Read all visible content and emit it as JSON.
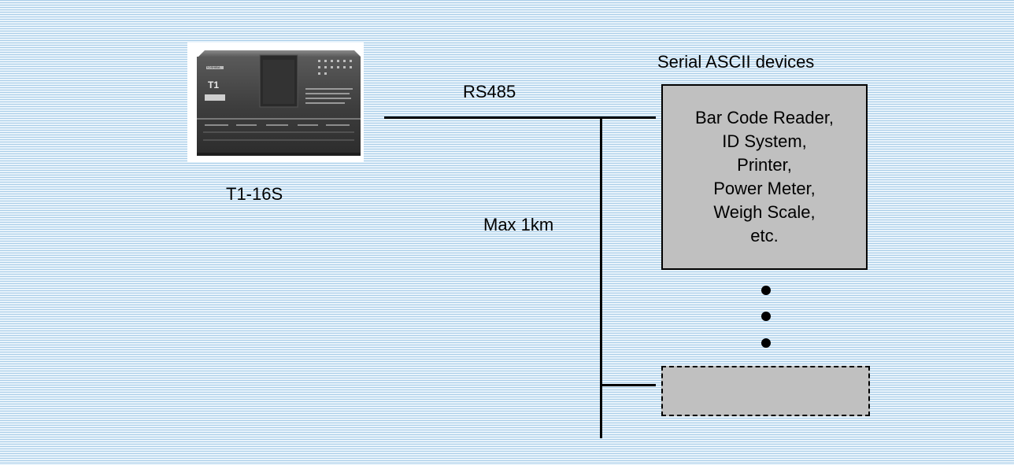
{
  "plc": {
    "image_name": "t1-16s-plc-photo",
    "brand_text": "TOSHIBA",
    "model_badge": "T1",
    "label": "T1-16S"
  },
  "link": {
    "protocol_label": "RS485",
    "distance_label": "Max 1km"
  },
  "devices": {
    "group_title": "Serial ASCII devices",
    "items": [
      "Bar Code Reader,",
      "ID System,",
      "Printer,",
      "Power Meter,",
      "Weigh Scale,",
      "etc."
    ],
    "ellipsis_dot_count": 3
  },
  "colors": {
    "background": "#e8f3fb",
    "stripe": "#87b9de",
    "device_box_fill": "#c0c0c0",
    "line": "#000000"
  }
}
